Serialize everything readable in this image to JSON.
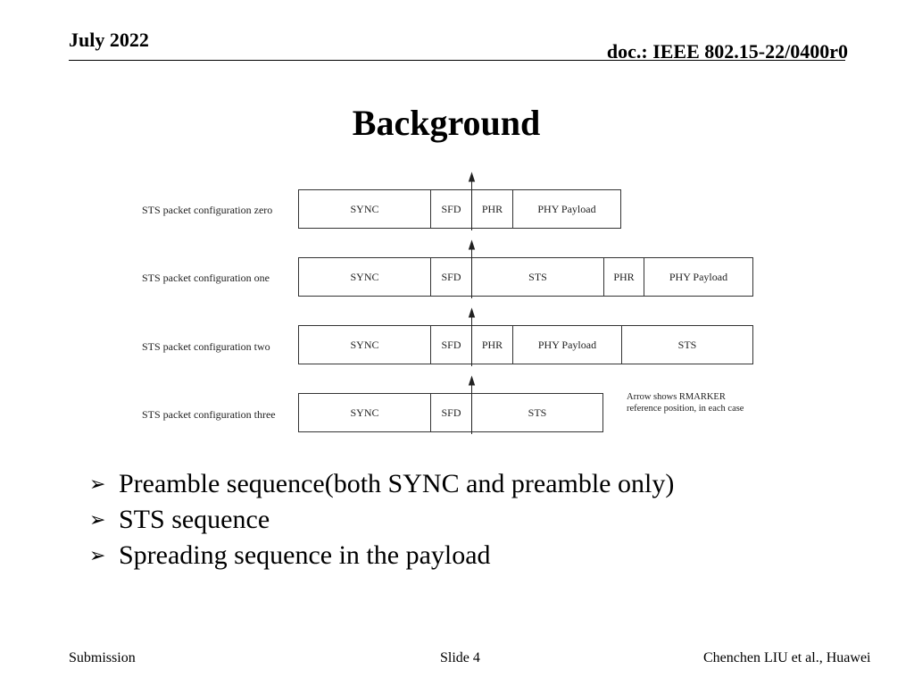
{
  "header": {
    "date": "July 2022",
    "doc": "doc.: IEEE 802.15-22/0400r0"
  },
  "title": "Background",
  "diagram": {
    "rows": [
      {
        "label": "STS packet configuration zero",
        "fields": [
          "SYNC",
          "SFD",
          "PHR",
          "PHY Payload"
        ]
      },
      {
        "label": "STS packet configuration one",
        "fields": [
          "SYNC",
          "SFD",
          "STS",
          "PHR",
          "PHY Payload"
        ]
      },
      {
        "label": "STS packet configuration two",
        "fields": [
          "SYNC",
          "SFD",
          "PHR",
          "PHY Payload",
          "STS"
        ]
      },
      {
        "label": "STS packet configuration three",
        "fields": [
          "SYNC",
          "SFD",
          "STS"
        ]
      }
    ],
    "note_line1": "Arrow shows RMARKER",
    "note_line2": "reference position, in each case"
  },
  "bullets": [
    "Preamble sequence(both SYNC and preamble only)",
    "STS sequence",
    "Spreading sequence in the payload"
  ],
  "footer": {
    "left": "Submission",
    "center": "Slide 4",
    "right": "Chenchen LIU et al., Huawei"
  }
}
